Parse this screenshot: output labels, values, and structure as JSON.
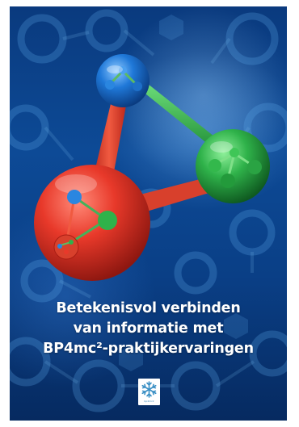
{
  "cover": {
    "title_lines": [
      "Betekenisvol verbinden",
      "van informatie met",
      "BP4mc²-praktijkervaringen"
    ],
    "logo": {
      "icon": "snowflake-icon",
      "text": "bp4mc2"
    }
  },
  "colors": {
    "background": "#0b4a94",
    "sphere_red": "#e63b2a",
    "sphere_green": "#2fb24a",
    "sphere_blue": "#1f78d8",
    "title_text": "#ffffff",
    "logo_icon": "#3a8fc4"
  }
}
